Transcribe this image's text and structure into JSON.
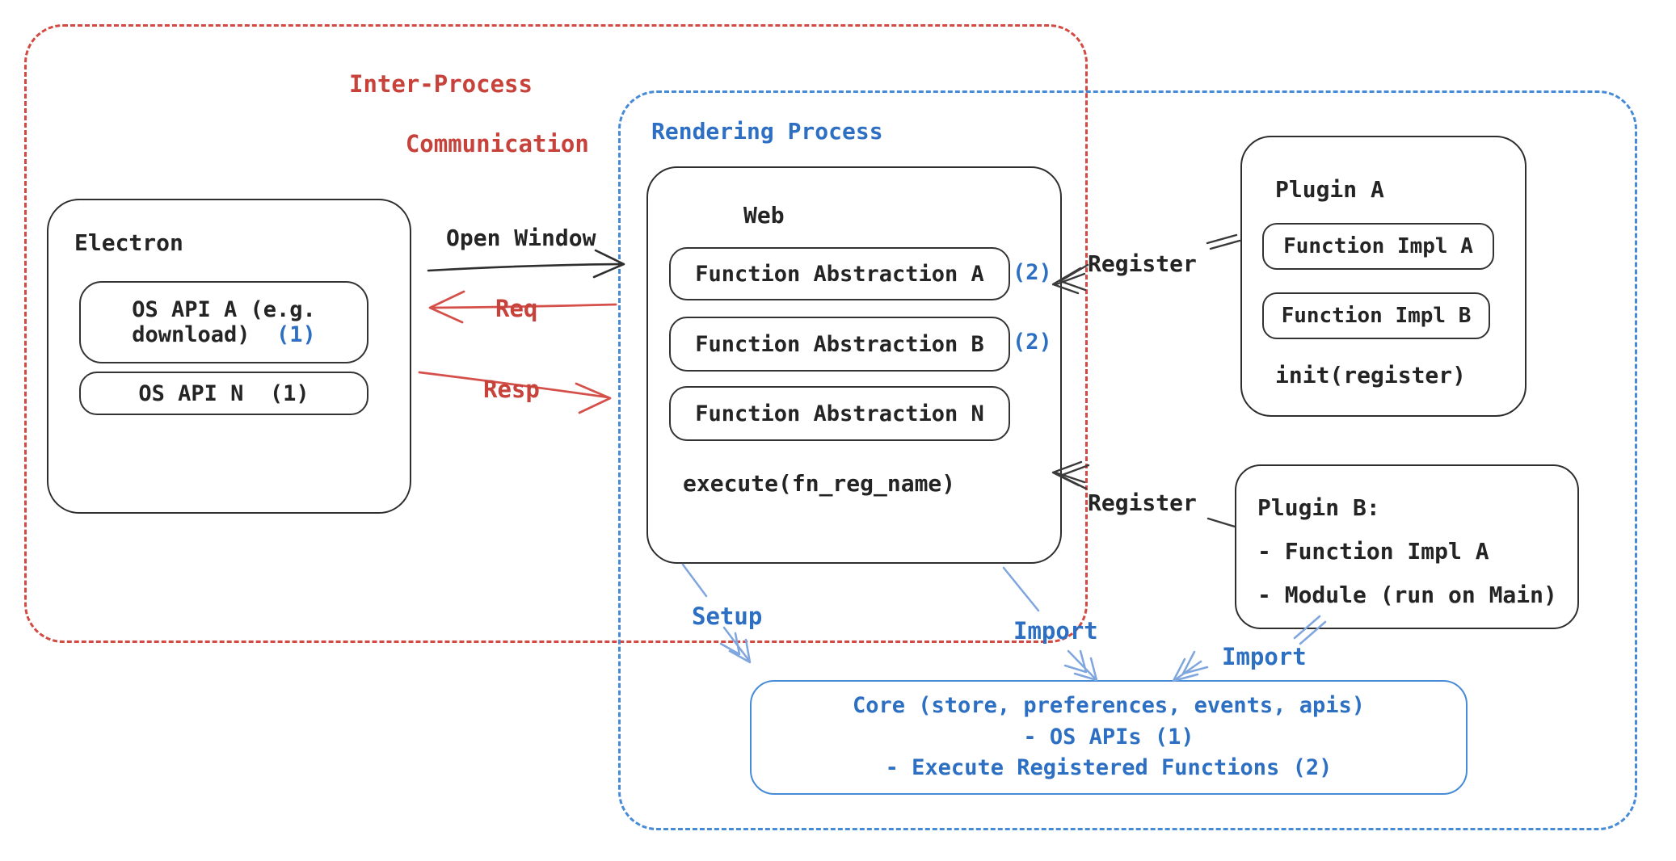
{
  "colors": {
    "red_text": "#c7423b",
    "red_dashed_border": "#d24a41",
    "red_arrow": "#d5504a",
    "blue_text": "#2d6fc2",
    "blue_dashed_border": "#478bd7",
    "blue_arrow": "#7fa6de",
    "ink": "#242424",
    "background": "#ffffff"
  },
  "ipc": {
    "line1": "Inter-Process",
    "line2": "Communication"
  },
  "rendering": {
    "label": "Rendering Process"
  },
  "electron": {
    "title": "Electron",
    "api_a_line1": "OS API A (e.g.",
    "api_a_line2": "download)",
    "api_a_badge": "(1)",
    "api_n_label": "OS API N",
    "api_n_badge": "(1)"
  },
  "web": {
    "title": "Web",
    "items": [
      {
        "label": "Function Abstraction A",
        "badge": "(2)"
      },
      {
        "label": "Function Abstraction B",
        "badge": "(2)"
      },
      {
        "label": "Function Abstraction N",
        "badge": ""
      }
    ],
    "footer": "execute(fn_reg_name)"
  },
  "plugin_a": {
    "title": "Plugin A",
    "impl_a": "Function Impl A",
    "impl_b": "Function Impl B",
    "footer": "init(register)"
  },
  "plugin_b": {
    "title": "Plugin B:",
    "item1": "- Function Impl A",
    "item2": "- Module (run on Main)"
  },
  "core": {
    "line1": "Core (store, preferences, events, apis)",
    "line2": "- OS APIs (1)",
    "line3": "- Execute Registered Functions (2)"
  },
  "arrows": {
    "open_window": "Open Window",
    "req": "Req",
    "resp": "Resp",
    "register_top": "Register",
    "register_bottom": "Register",
    "setup": "Setup",
    "import_mid": "Import",
    "import_right": "Import"
  }
}
